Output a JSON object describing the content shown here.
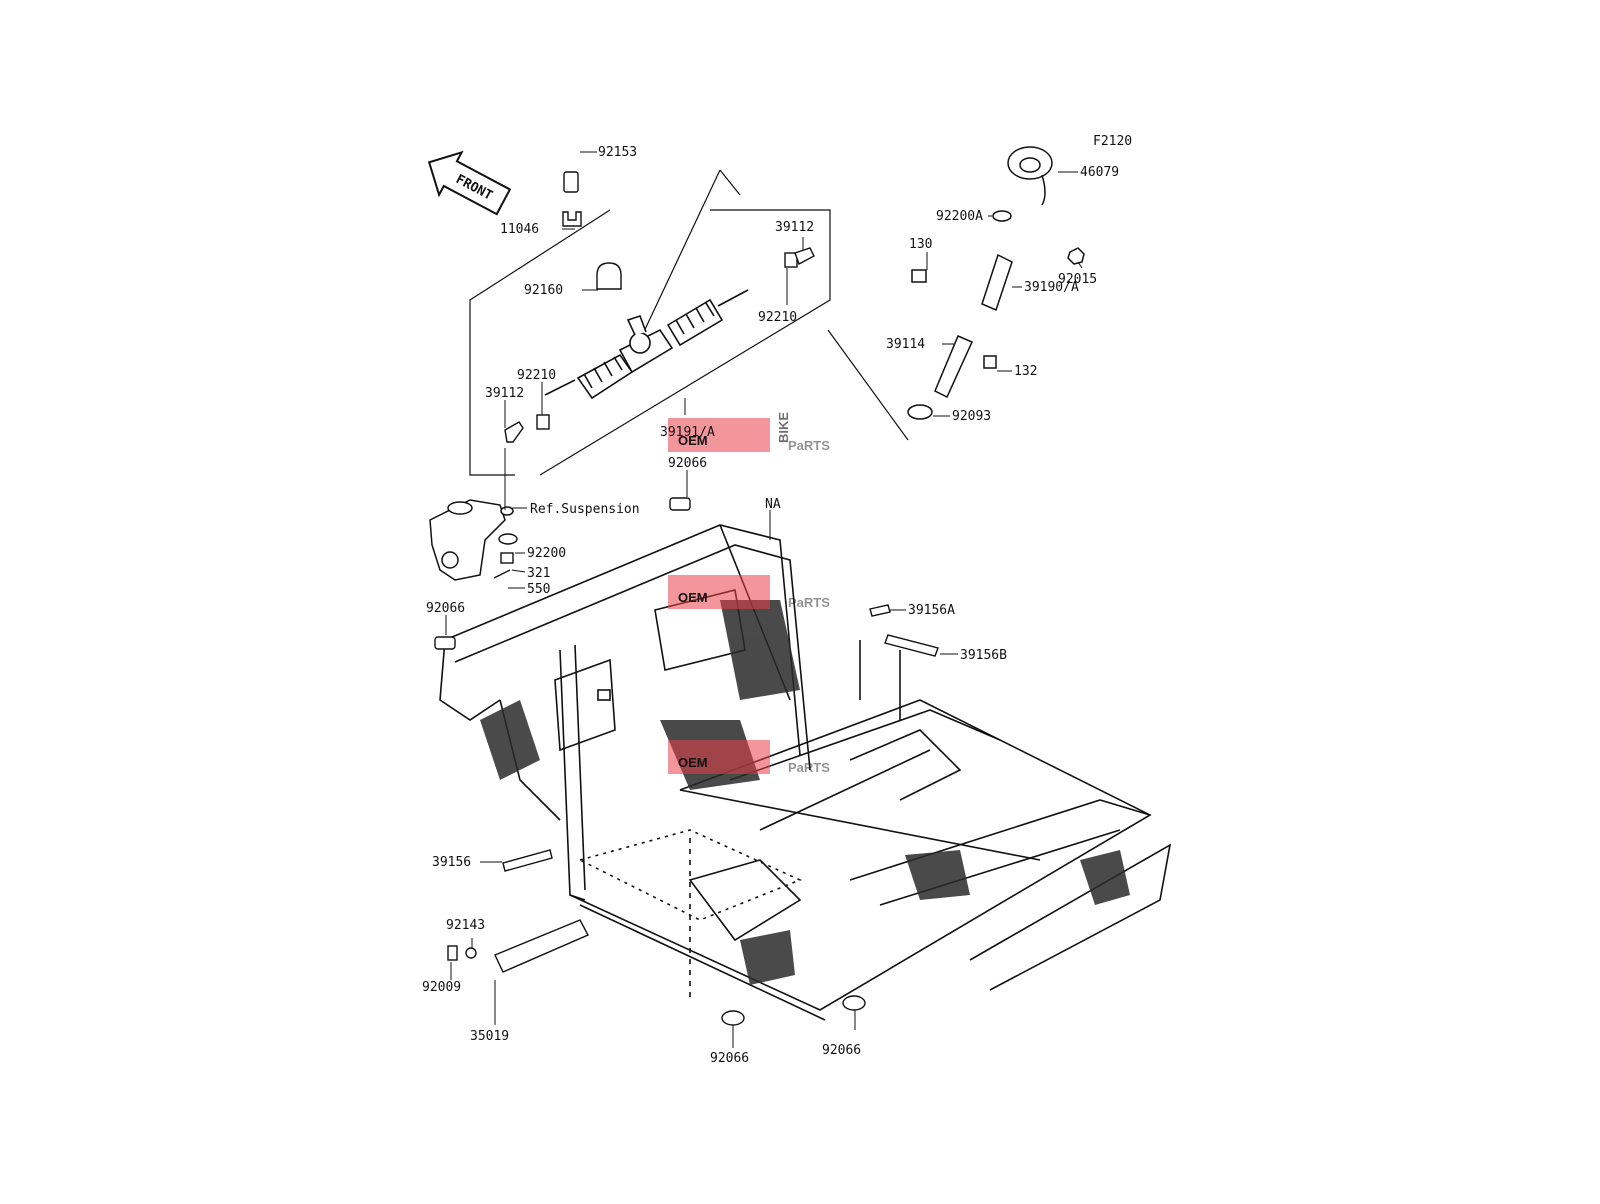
{
  "diagram": {
    "code": "F2120",
    "front_label": "FRONT",
    "ref_label": "Ref.Suspension",
    "na_label": "NA",
    "watermark": {
      "oem": "OEM",
      "bike": "BIKE",
      "parts": "PaRTS"
    },
    "colors": {
      "line": "#111111",
      "watermark_red": "#e8404a",
      "watermark_grey": "#9a9a9a"
    },
    "callouts": [
      {
        "id": "c92153",
        "part": "92153"
      },
      {
        "id": "c11046",
        "part": "11046"
      },
      {
        "id": "c92160",
        "part": "92160"
      },
      {
        "id": "c39112a",
        "part": "39112"
      },
      {
        "id": "c92210a",
        "part": "92210"
      },
      {
        "id": "c92210b",
        "part": "92210"
      },
      {
        "id": "c39112b",
        "part": "39112"
      },
      {
        "id": "c39191",
        "part": "39191/A"
      },
      {
        "id": "c92066a",
        "part": "92066"
      },
      {
        "id": "c92200",
        "part": "92200"
      },
      {
        "id": "c321",
        "part": "321"
      },
      {
        "id": "c550",
        "part": "550"
      },
      {
        "id": "c92066b",
        "part": "92066"
      },
      {
        "id": "c46079",
        "part": "46079"
      },
      {
        "id": "c92200A",
        "part": "92200A"
      },
      {
        "id": "c130",
        "part": "130"
      },
      {
        "id": "c92015",
        "part": "92015"
      },
      {
        "id": "c39190",
        "part": "39190/A"
      },
      {
        "id": "c39114",
        "part": "39114"
      },
      {
        "id": "c132",
        "part": "132"
      },
      {
        "id": "c92093",
        "part": "92093"
      },
      {
        "id": "c39156A",
        "part": "39156A"
      },
      {
        "id": "c39156B",
        "part": "39156B"
      },
      {
        "id": "c39156",
        "part": "39156"
      },
      {
        "id": "c92143",
        "part": "92143"
      },
      {
        "id": "c92009",
        "part": "92009"
      },
      {
        "id": "c35019",
        "part": "35019"
      },
      {
        "id": "c92066c",
        "part": "92066"
      },
      {
        "id": "c92066d",
        "part": "92066"
      }
    ]
  }
}
